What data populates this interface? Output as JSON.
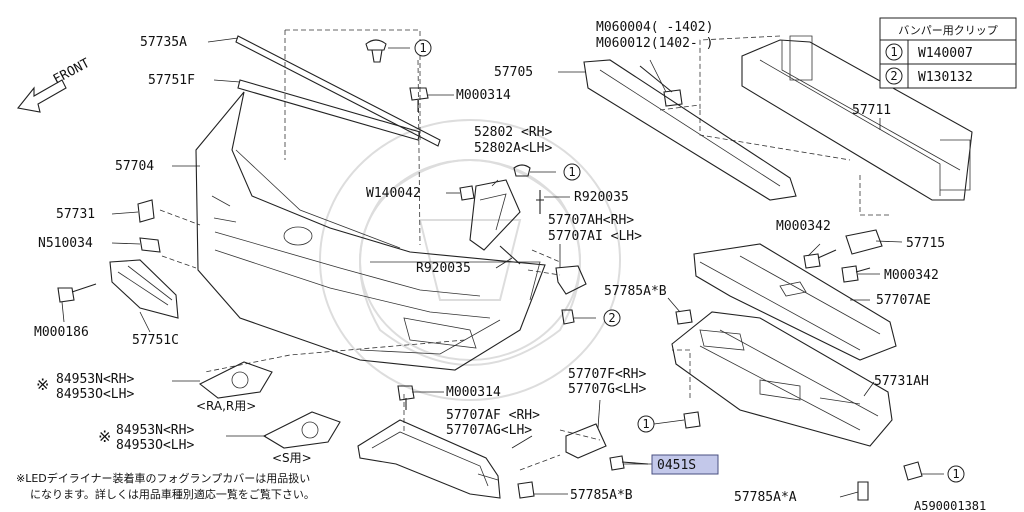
{
  "diagram": {
    "code": "A590001381",
    "front": "FRONT",
    "labels": {
      "p57735A": "57735A",
      "p57751F": "57751F",
      "p57704": "57704",
      "p57731": "57731",
      "pN510034": "N510034",
      "pM000186": "M000186",
      "p57751C": "57751C",
      "pM000314_top": "M000314",
      "p52802": "52802 <RH>",
      "p52802A": "52802A<LH>",
      "pW140042": "W140042",
      "pR920035_a": "R920035",
      "p57707AH": "57707AH<RH>",
      "p57707AI": "57707AI <LH>",
      "pR920035_b": "R920035",
      "pM060004": "M060004(  -1402)",
      "pM060012": "M060012(1402-  )",
      "p57705": "57705",
      "p57711": "57711",
      "pM000342_a": "M000342",
      "p57715": "57715",
      "pM000342_b": "M000342",
      "p57785AB_top": "57785A*B",
      "p57707AE": "57707AE",
      "p57731AH": "57731AH",
      "p84953N_1": "84953N<RH>",
      "p84953O_1": "84953O<LH>",
      "pRA": "<RA,R用>",
      "pM000314_bottom": "M000314",
      "p57707F": "57707F<RH>",
      "p57707G": "57707G<LH>",
      "p57707AF": "57707AF <RH>",
      "p57707AG": "57707AG<LH>",
      "p84953N_2": "84953N<RH>",
      "p84953O_2": "84953O<LH>",
      "pS": "<S用>",
      "p0451S": "0451S",
      "p57785AB_bottom": "57785A*B",
      "p57785AA": "57785A*A"
    },
    "mark": "※",
    "note_line1": "※LEDデイライナー装着車のフォグランプカバーは用品扱い",
    "note_line2": "になります。詳しくは用品車種別適応一覧をご覧下さい。",
    "clip_table": {
      "header": "バンパー用クリップ",
      "rows": [
        {
          "num": "1",
          "part": "W140007"
        },
        {
          "num": "2",
          "part": "W130132"
        }
      ]
    },
    "callouts": {
      "c1": "1",
      "c2": "1",
      "c3": "2",
      "c4": "1",
      "c5": "1"
    }
  }
}
